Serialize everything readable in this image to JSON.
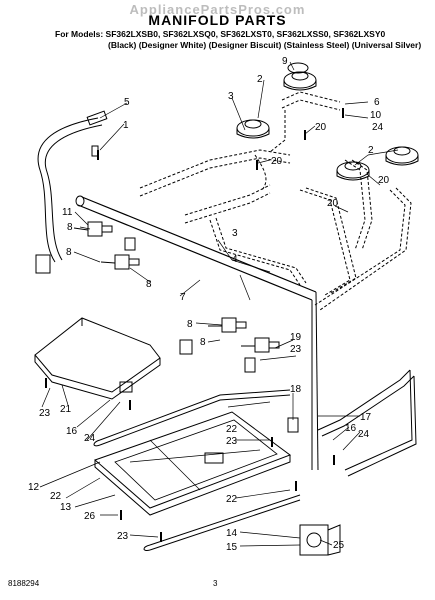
{
  "header": {
    "watermark": "AppliancePartsPros.com",
    "title": "MANIFOLD PARTS",
    "models_line": "For Models: SF362LXSB0, SF362LXSQ0, SF362LXST0, SF362LXSS0, SF362LXSY0",
    "colors_line": "(Black) (Designer White) (Designer Biscuit) (Stainless Steel) (Universal Silver)"
  },
  "footer": {
    "doc_number": "8188294",
    "page_number": "3"
  },
  "callouts": {
    "c1": "1",
    "c2a": "2",
    "c2b": "2",
    "c3a": "3",
    "c3b": "3",
    "c4": "4",
    "c5": "5",
    "c6": "6",
    "c7": "7",
    "c8a": "8",
    "c8b": "8",
    "c8c": "8",
    "c8d": "8",
    "c9": "9",
    "c10": "10",
    "c11": "11",
    "c12": "12",
    "c13": "13",
    "c14": "14",
    "c15": "15",
    "c16a": "16",
    "c16b": "16",
    "c17": "17",
    "c18": "18",
    "c19": "19",
    "c20a": "20",
    "c20b": "20",
    "c20c": "20",
    "c20d": "20",
    "c21": "21",
    "c22a": "22",
    "c22b": "22",
    "c22c": "22",
    "c23a": "23",
    "c23b": "23",
    "c23c": "23",
    "c23d": "23",
    "c24a": "24",
    "c24b": "24",
    "c25": "25",
    "c26": "26"
  }
}
